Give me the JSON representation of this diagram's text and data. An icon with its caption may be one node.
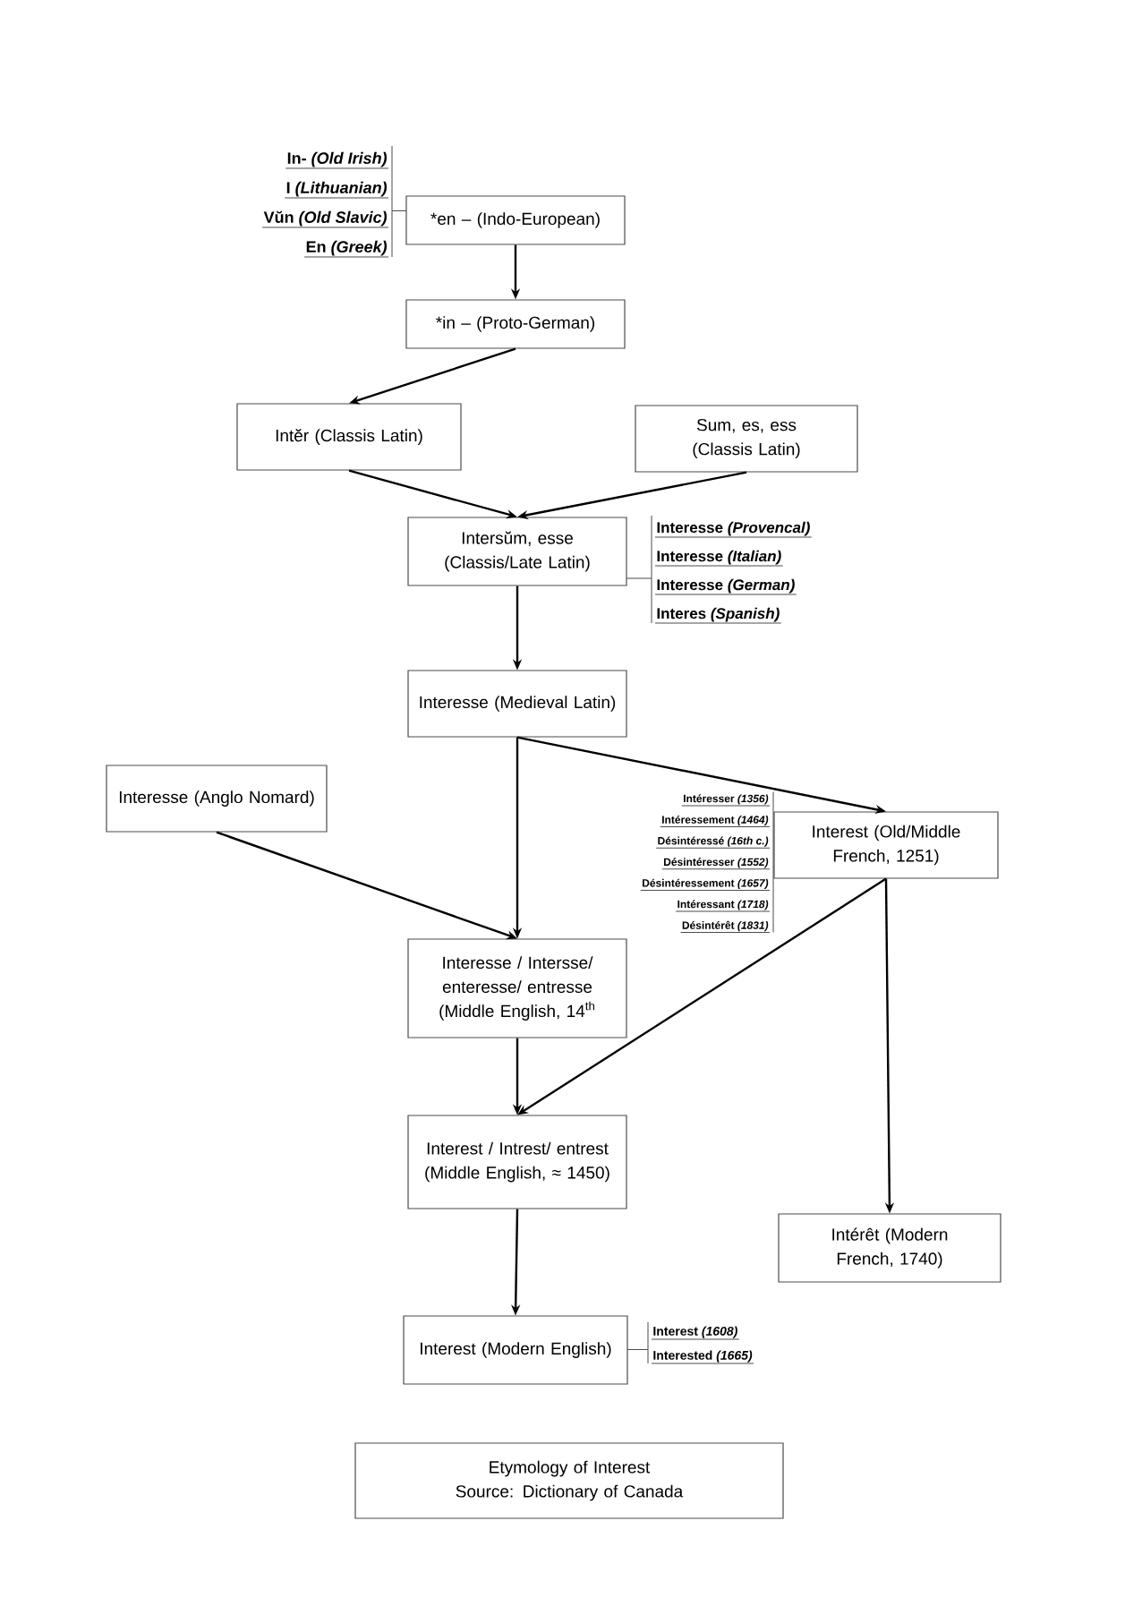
{
  "diagram": {
    "nodes": [
      {
        "text": [
          "*en – (Indo-European)"
        ],
        "beside": [
          "In- *(Old Irish)*",
          "I *(Lithuanian)*",
          "Vŭn *(Old Slavic)*",
          "En *(Greek)*"
        ]
      },
      {
        "text": [
          "*in – (Proto-German)"
        ]
      },
      {
        "text": [
          "Intĕr (Classis Latin)"
        ]
      },
      {
        "text": [
          "Sum, es, ess (Classis Latin)"
        ]
      },
      {
        "text": [
          "Intersŭm, esse (Classis/Late Latin)"
        ],
        "beside": [
          "Interesse *(Provencal)*",
          "Interesse *(Italian)*",
          "Interesse *(German)*",
          "Interes *(Spanish)*"
        ]
      },
      {
        "text": [
          "Interesse (Medieval Latin)"
        ]
      },
      {
        "text": [
          "Interesse (Anglo Nomard)"
        ]
      },
      {
        "text": [
          "Interest (Old/Middle French, 1251)"
        ],
        "beside": [
          "Intéresser *(1356)*",
          "Intéressement *(1464)*",
          "Désintéressé *(16th c.)*",
          "Désintéresser *(1552)*",
          "Désintéressement *(1657)*",
          "Intéressant *(1718)*",
          "Désintérêt *(1831)*"
        ]
      },
      {
        "text": [
          "Interesse / Intersse/ enteresse/ entresse (Middle English, 14$^{th}$"
        ]
      },
      {
        "text": [
          "Interest / Intrest/ entrest (Middle English, ≈ 1450)"
        ]
      },
      {
        "text": [
          "Intérêt (Modern French, 1740)"
        ]
      },
      {
        "text": [
          "Interest (Modern English)"
        ],
        "beside": [
          "Interest *(1608)*",
          "Interested *(1665)*"
        ]
      },
      {
        "text": [
          "Etymology of Interest",
          "Source: Dictionary of Canada"
        ]
      }
    ],
    "edges": [
      {
        "from": 0,
        "to": 1,
        "arrow": "to"
      },
      {
        "from": 1,
        "to": 2,
        "arrow": "to"
      },
      {
        "from": 2,
        "to": 4,
        "arrow": "to"
      },
      {
        "from": 3,
        "to": 4,
        "arrow": "to"
      },
      {
        "from": 4,
        "to": 5,
        "arrow": "to"
      },
      {
        "from": 5,
        "to": 8,
        "arrow": "to"
      },
      {
        "from": 5,
        "to": 7,
        "arrow": "to"
      },
      {
        "from": 6,
        "to": 8,
        "arrow": "to"
      },
      {
        "from": 8,
        "to": 9,
        "arrow": "to"
      },
      {
        "from": 7,
        "to": 9,
        "arrow": "to"
      },
      {
        "from": 7,
        "to": 10,
        "arrow": "to"
      },
      {
        "from": 9,
        "to": 11,
        "arrow": "to"
      }
    ]
  }
}
